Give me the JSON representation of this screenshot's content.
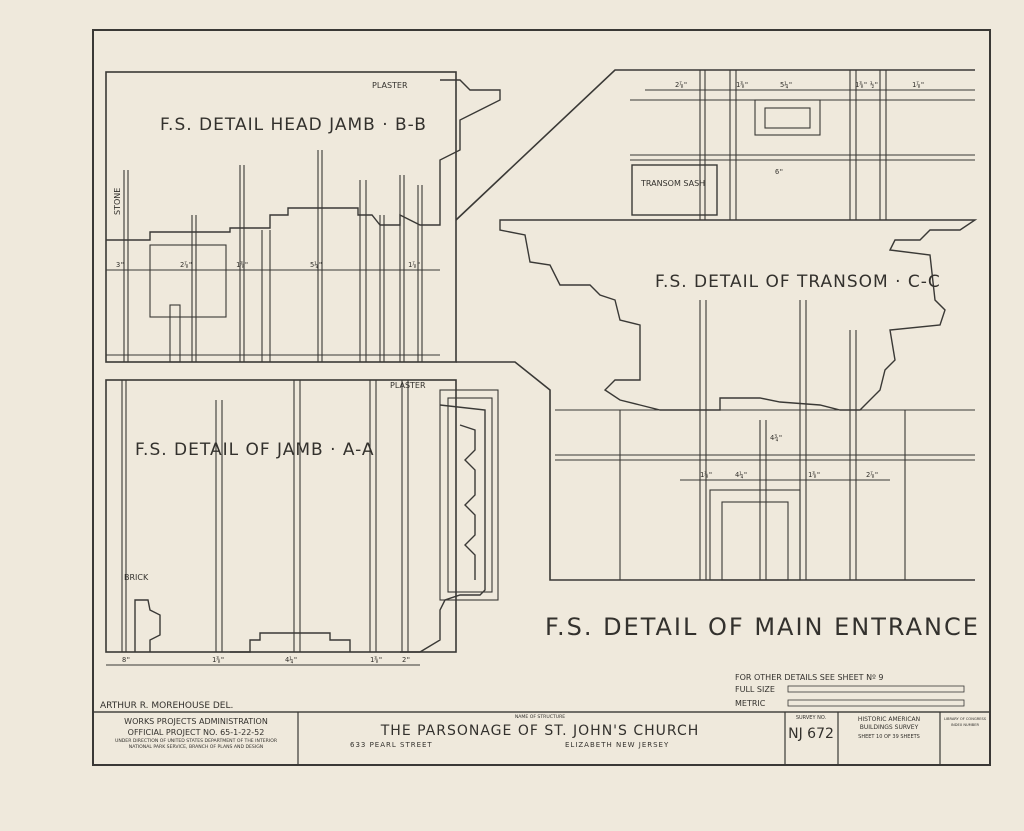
{
  "colors": {
    "paper": "#efe9dc",
    "ink": "#3a3936"
  },
  "details": {
    "head_jamb": "F.S. DETAIL HEAD JAMB · B-B",
    "transom": "F.S. DETAIL OF TRANSOM · C-C",
    "jamb": "F.S. DETAIL OF JAMB · A-A",
    "main_entrance": "F.S. DETAIL OF MAIN ENTRANCE"
  },
  "labels": {
    "plaster_top": "PLASTER",
    "plaster_mid": "PLASTER",
    "stone": "STONE",
    "brick": "BRICK",
    "transom_sash": "TRANSOM SASH"
  },
  "dims": {
    "head": [
      "3\"",
      "2⅞\"",
      "1⅜\"",
      "5¼\"",
      "1⅞\""
    ],
    "jamb": [
      "8\"",
      "1⅜\"",
      "4¼\"",
      "1⅜\"",
      "2\""
    ],
    "transom_top": [
      "2⅞\"",
      "1⅜\"",
      "5¼\"",
      "1⅜\"",
      "½\"",
      "1⅞\""
    ],
    "transom_side": "6\"",
    "entrance": [
      "1⅜\"",
      "4¼\"",
      "1⅜\"",
      "2⅞\""
    ],
    "entrance_side": "4¾\""
  },
  "notes": {
    "other_details": "FOR OTHER DETAILS SEE SHEET Nº 9",
    "full_size": "FULL SIZE",
    "metric": "METRIC",
    "delineator": "ARTHUR R. MOREHOUSE DEL."
  },
  "title_block": {
    "agency": "WORKS PROJECTS ADMINISTRATION",
    "project": "OFFICIAL PROJECT NO. 65-1-22-52",
    "direction": "UNDER DIRECTION OF UNITED STATES DEPARTMENT OF THE INTERIOR",
    "branch": "NATIONAL PARK SERVICE, BRANCH OF PLANS AND DESIGN",
    "name_caption": "NAME OF STRUCTURE",
    "structure": "THE PARSONAGE OF ST. JOHN'S CHURCH",
    "address": "633 PEARL STREET",
    "location": "ELIZABETH   NEW JERSEY",
    "survey_caption": "SURVEY NO.",
    "survey_no": "NJ 672",
    "habs_1": "HISTORIC AMERICAN",
    "habs_2": "BUILDINGS SURVEY",
    "sheet": "SHEET 10 OF 39 SHEETS",
    "library_1": "LIBRARY OF CONGRESS",
    "library_2": "INDEX NUMBER"
  }
}
